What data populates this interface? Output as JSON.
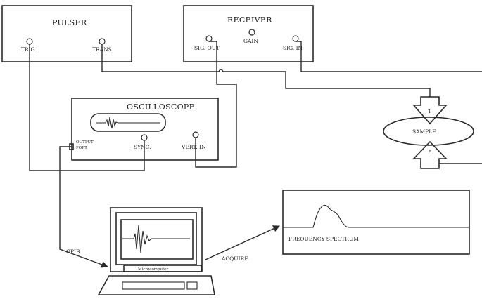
{
  "pulser": {
    "title": "PULSER",
    "trig_label": "TRIG",
    "trans_label": "TRANS"
  },
  "receiver": {
    "title": "RECEIVER",
    "gain_label": "GAIN",
    "sig_out_label": "SIG. OUT",
    "sig_in_label": "SIG. IN"
  },
  "oscilloscope": {
    "title": "OSCILLOSCOPE",
    "output_port_label_1": "OUTPUT",
    "output_port_label_2": "PORT",
    "sync_label": "SYNC.",
    "vert_in_label": "VERT. IN"
  },
  "sample": {
    "label": "SAMPLE",
    "transducer_t": "T",
    "transducer_r": "R"
  },
  "computer": {
    "label": "Microcomputer",
    "gpib_label": "GPIB",
    "acquire_label": "ACQUIRE"
  },
  "spectrum": {
    "label": "FREQUENCY SPECTRUM"
  }
}
